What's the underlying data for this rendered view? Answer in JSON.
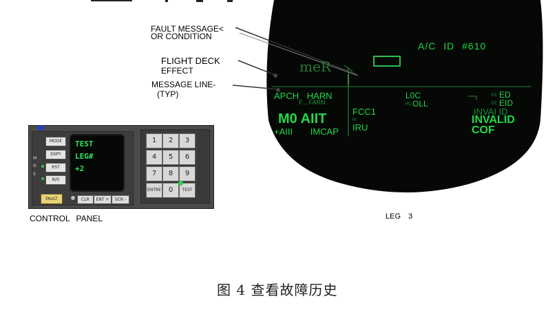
{
  "labels": {
    "fault_message_1": "FAULT MESSAGE<",
    "fault_message_2": "OR CONDITION",
    "flight_deck_1": "FLIGHT DECK",
    "flight_deck_2": "EFFECT",
    "message_line_1": "MESSAGE LINE-",
    "message_line_2": "(TYP)",
    "control_panel": "CONTROL PANEL",
    "leg": "LEG 3"
  },
  "display": {
    "ac_id": "A/C ID #610",
    "mer": "meR",
    "apch_harn": "APCH HARN",
    "apch_sub": "F... FARN",
    "moait": "M0 AIIT",
    "aiii_imcap": "+AIII IMCAP",
    "fcc1": "FCC1",
    "iru_prefix": "RI",
    "iru": "IRU",
    "loc": "L0C",
    "oll_prefix": "RC",
    "oll": "OLL",
    "ed_prefix": "EE",
    "ed": "ED",
    "eid_prefix": "EE",
    "eid": "EID",
    "invalid_ghost": "INVAI ID",
    "invalid": "INVALID",
    "cof": "COF"
  },
  "control_panel": {
    "screen_lines": [
      "TEST",
      "",
      "LEG#",
      "+2"
    ],
    "left_keys": [
      "MODE",
      "DSPY",
      "RST",
      "N/O"
    ],
    "bottom_keys": [
      "CLR",
      "ENT +",
      "SCR -"
    ],
    "fault_key": "FAULT",
    "keypad": [
      "1",
      "2",
      "3",
      "4",
      "5",
      "6",
      "7",
      "8",
      "9",
      "ENTRE",
      "0",
      "TEST"
    ],
    "side_letters": [
      "M",
      "O",
      "S"
    ]
  },
  "caption": "图 4 查看故障历史",
  "colors": {
    "display_bg": "#050805",
    "green": "#22d84a",
    "panel_bg": "#4a4a4a"
  }
}
